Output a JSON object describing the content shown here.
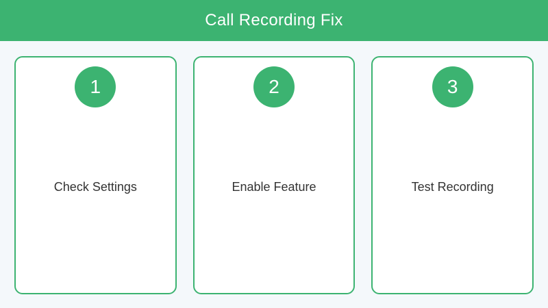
{
  "header": {
    "title": "Call Recording Fix"
  },
  "steps": [
    {
      "number": "1",
      "label": "Check Settings"
    },
    {
      "number": "2",
      "label": "Enable Feature"
    },
    {
      "number": "3",
      "label": "Test Recording"
    }
  ],
  "colors": {
    "accent_green": "#3cb371",
    "background": "#f4f8fb",
    "card_background": "#ffffff",
    "header_text": "#ffffff",
    "step_text": "#333333"
  }
}
